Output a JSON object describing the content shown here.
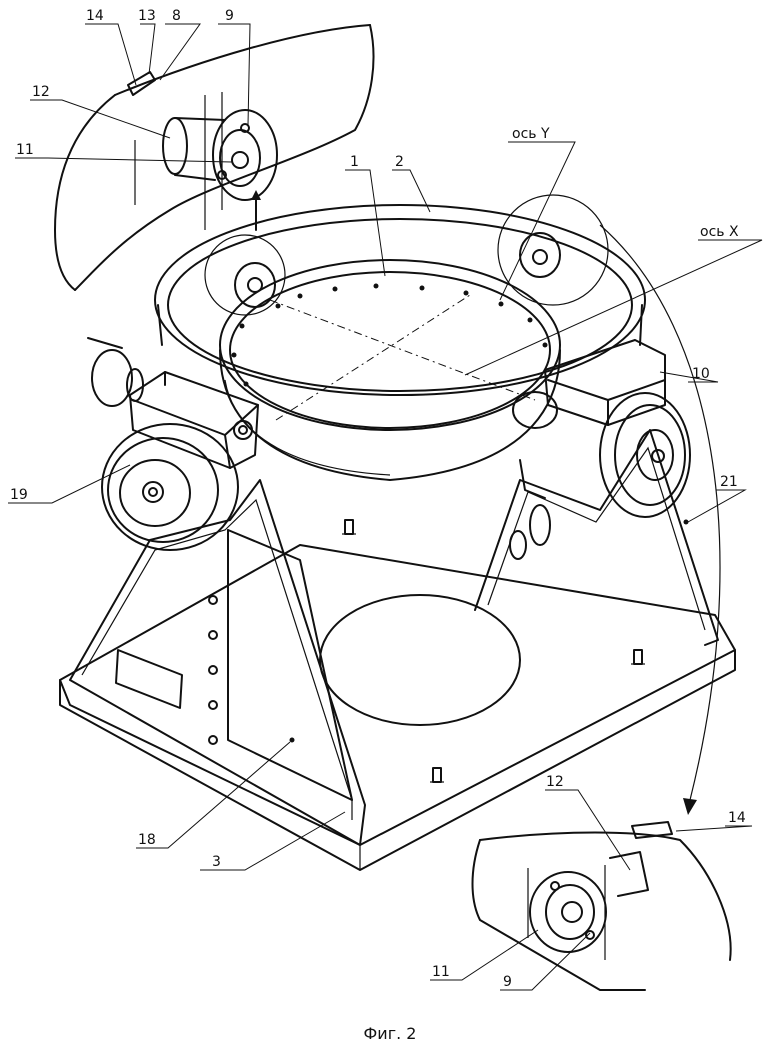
{
  "figure": {
    "caption": "Фиг. 2",
    "axis_y_label": "ось Y",
    "axis_x_label": "ось X"
  },
  "callouts": [
    {
      "id": "14a",
      "text": "14"
    },
    {
      "id": "13",
      "text": "13"
    },
    {
      "id": "8",
      "text": "8"
    },
    {
      "id": "9a",
      "text": "9"
    },
    {
      "id": "12a",
      "text": "12"
    },
    {
      "id": "11a",
      "text": "11"
    },
    {
      "id": "1",
      "text": "1"
    },
    {
      "id": "2",
      "text": "2"
    },
    {
      "id": "10",
      "text": "10"
    },
    {
      "id": "19",
      "text": "19"
    },
    {
      "id": "21",
      "text": "21"
    },
    {
      "id": "18",
      "text": "18"
    },
    {
      "id": "3",
      "text": "3"
    },
    {
      "id": "12b",
      "text": "12"
    },
    {
      "id": "14b",
      "text": "14"
    },
    {
      "id": "11b",
      "text": "11"
    },
    {
      "id": "9b",
      "text": "9"
    }
  ]
}
